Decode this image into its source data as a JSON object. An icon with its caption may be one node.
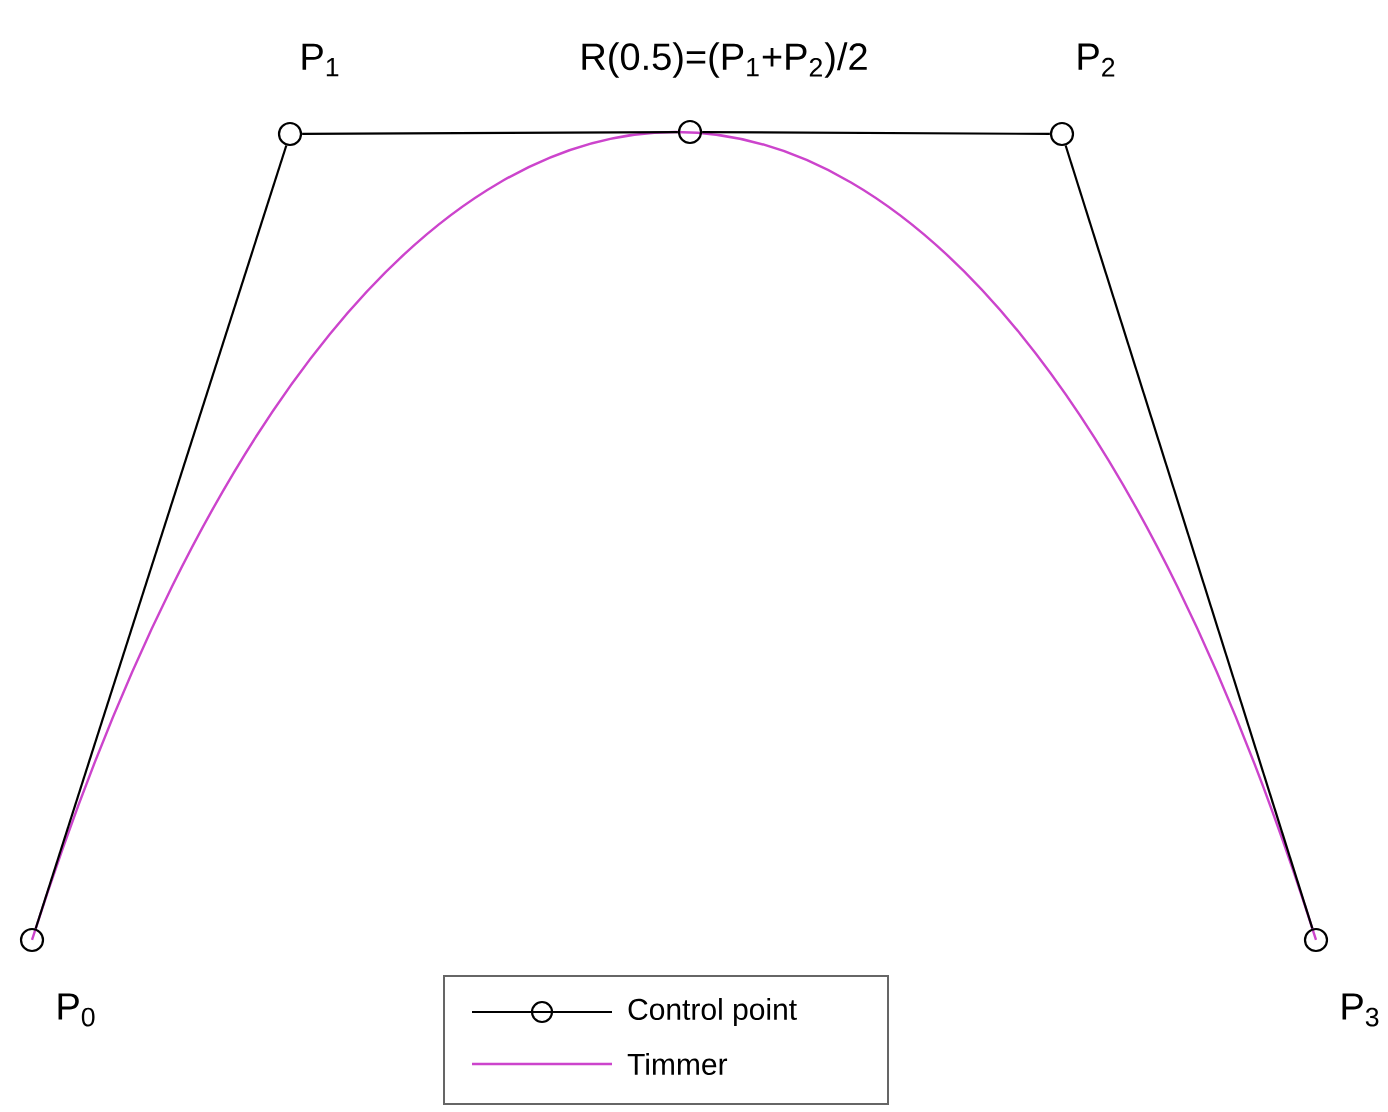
{
  "diagram": {
    "nodes": [
      {
        "text": [],
        "shape": "circle",
        "beside": [
          "P$_{0}$"
        ]
      },
      {
        "text": [],
        "shape": "circle",
        "beside": [
          "P$_{1}$"
        ]
      },
      {
        "text": [],
        "shape": "circle",
        "beside": [
          "R(0.5)=(P$_{1}$+P$_{2}$)/2"
        ]
      },
      {
        "text": [],
        "shape": "circle",
        "beside": [
          "P$_{2}$"
        ]
      },
      {
        "text": [],
        "shape": "circle",
        "beside": [
          "P$_{3}$"
        ]
      }
    ],
    "edges": [
      {
        "from": 0,
        "to": 1,
        "arrow": "none"
      },
      {
        "from": 1,
        "to": 2,
        "arrow": "none"
      },
      {
        "from": 2,
        "to": 3,
        "arrow": "none"
      },
      {
        "from": 3,
        "to": 4,
        "arrow": "none"
      }
    ],
    "legend": [
      {
        "text": "Control point"
      },
      {
        "text": "Timmer"
      }
    ]
  }
}
